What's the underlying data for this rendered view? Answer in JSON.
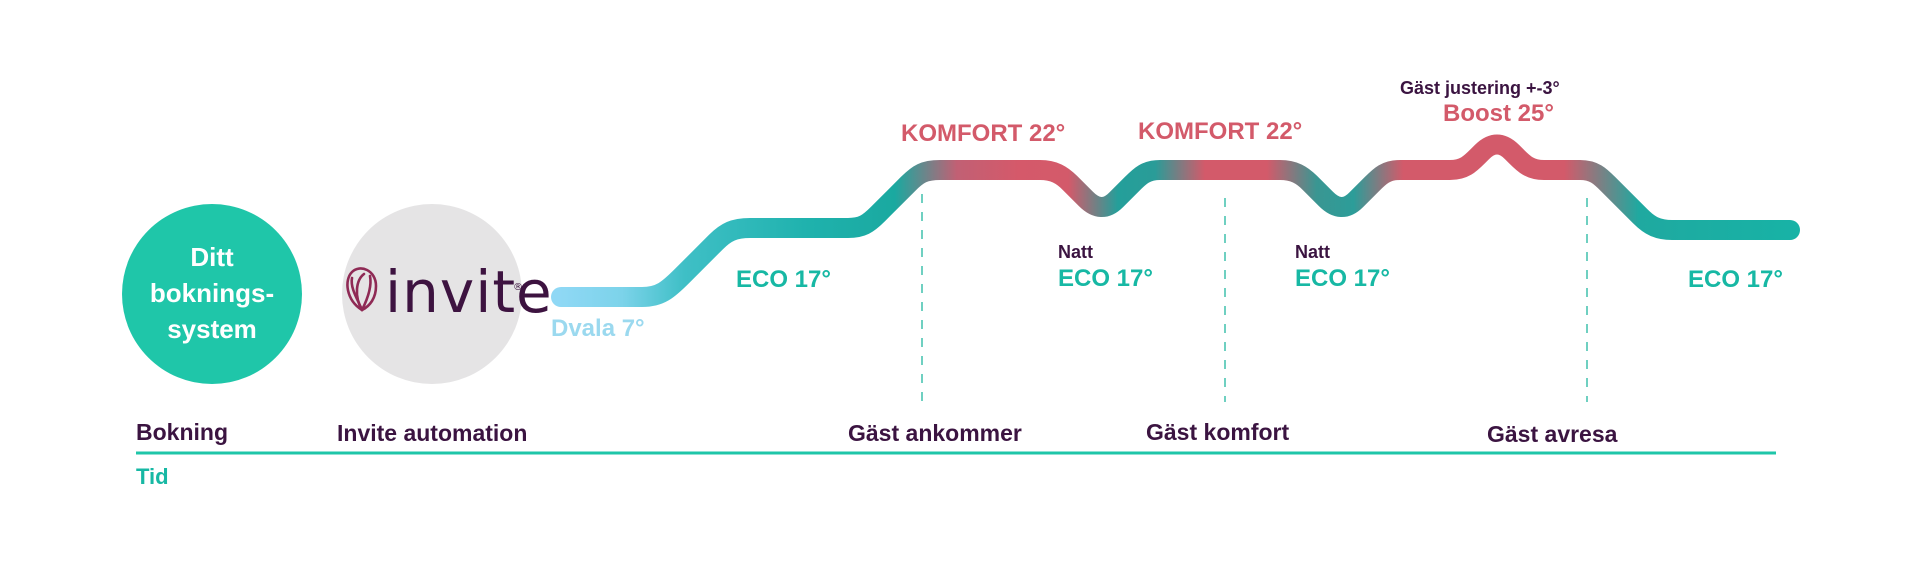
{
  "circles": {
    "booking_system": [
      "Ditt",
      "boknings-",
      "system"
    ],
    "logo": {
      "text": "invite",
      "mark": "®"
    }
  },
  "states": {
    "dvala": "Dvala 7°",
    "eco_1": "ECO 17°",
    "komfort_1": "KOMFORT 22°",
    "natt_1": "Natt",
    "eco_natt_1": "ECO 17°",
    "komfort_2": "KOMFORT 22°",
    "natt_2": "Natt",
    "eco_natt_2": "ECO 17°",
    "guest_adjust": "Gäst justering +-3°",
    "boost": "Boost 25°",
    "eco_end": "ECO 17°"
  },
  "timeline": {
    "bokning": "Bokning",
    "invite_automation": "Invite automation",
    "gast_ankommer": "Gäst ankommer",
    "gast_komfort": "Gäst komfort",
    "gast_avresa": "Gäst avresa",
    "tid": "Tid"
  },
  "colors": {
    "teal": "#17b8a4",
    "light_blue": "#8fd8f5",
    "komfort_red": "#d35a6a",
    "dark_purple": "#3b1441",
    "logo_gray": "#e5e4e5"
  }
}
